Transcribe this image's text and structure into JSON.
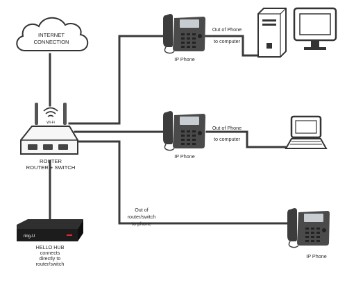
{
  "cloud": {
    "line1": "INTERNET",
    "line2": "CONNECTION"
  },
  "router": {
    "wifi_label": "Wi-Fi",
    "line1": "ROUTER",
    "line2": "ROUTER + SWITCH"
  },
  "hub": {
    "brand": "ring-U",
    "line1": "HELLO HUB",
    "line2": "connects",
    "line3": "directly to",
    "line4": "router/switch"
  },
  "phone1": {
    "label": "IP Phone",
    "link_line1": "Out of Phone",
    "link_line2": "to computer"
  },
  "phone2": {
    "label": "IP Phone",
    "link_line1": "Out of Phone",
    "link_line2": "to computer"
  },
  "phone3": {
    "label": "IP Phone",
    "link_line1": "Out of",
    "link_line2": "router/switch",
    "link_line3": "to phone"
  },
  "colors": {
    "line": "#3a3a3a",
    "device": "#4a4a4a",
    "screen": "#c8cdd2",
    "hub_accent": "#e0292f"
  }
}
